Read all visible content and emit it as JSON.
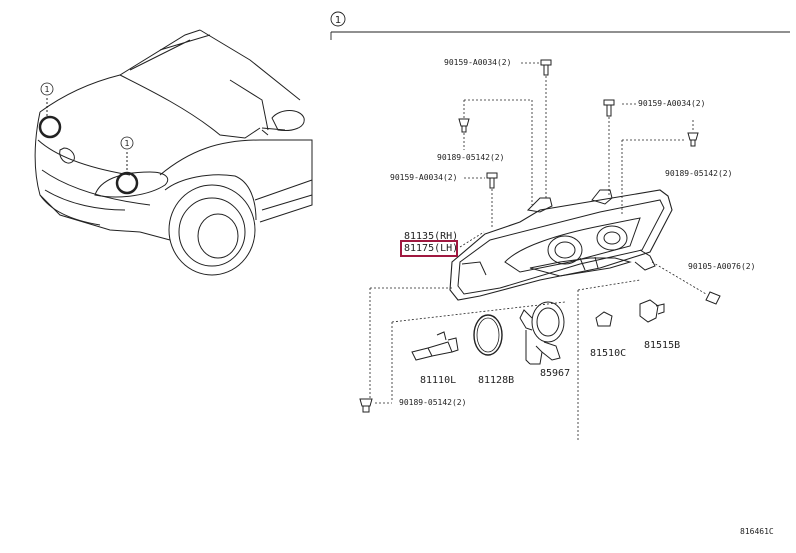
{
  "callout_number": "1",
  "labels": {
    "bolt_top": "90159-A0034(2)",
    "bolt_right": "90159-A0034(2)",
    "clip_left": "90189-05142(2)",
    "clip_right": "90189-05142(2)",
    "bolt_mid": "90159-A0034(2)",
    "rh_part": "81135(RH)",
    "lh_part": "81175(LH)",
    "screw_right": "90105-A0076(2)",
    "bulb": "81110L",
    "oring": "81128B",
    "socket": "85967",
    "side_bulb": "81510C",
    "side_socket": "81515B",
    "clip_bottom": "90189-05142(2)"
  },
  "footer": {
    "ref_code": "816461C"
  },
  "highlight_color": "#a01840"
}
